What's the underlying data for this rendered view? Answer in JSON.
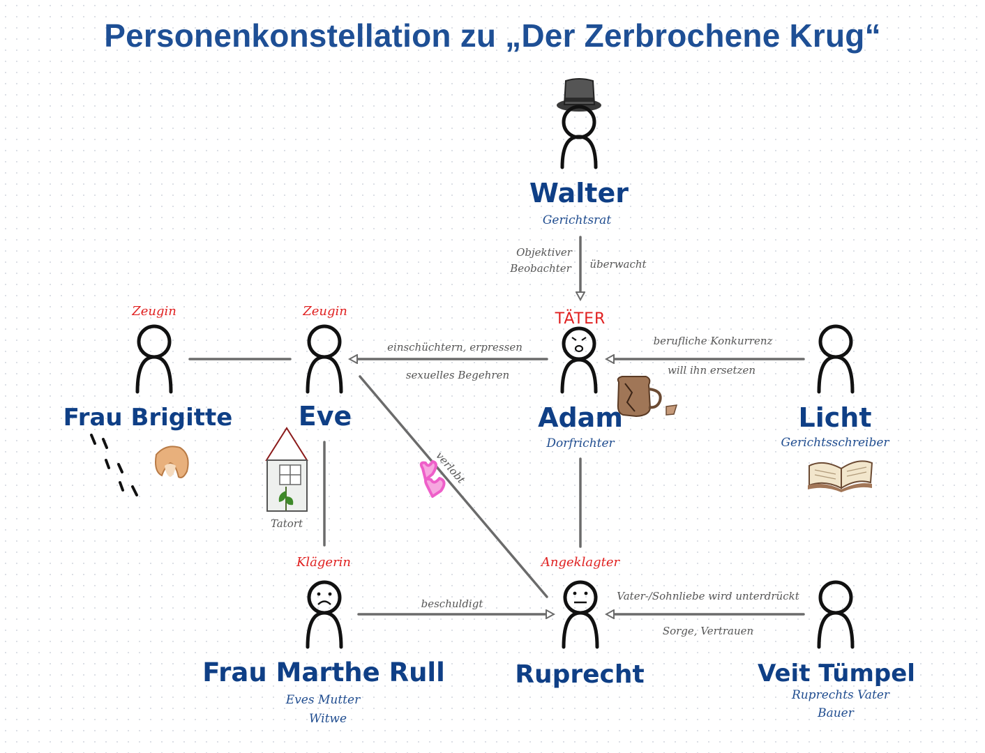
{
  "title": "Personenkonstellation zu „Der Zerbrochene Krug“",
  "people": {
    "walter": {
      "name": "Walter",
      "description": [
        "Gerichtsrat"
      ]
    },
    "adam": {
      "role": "TÄTER",
      "name": "Adam",
      "description": [
        "Dorfrichter"
      ]
    },
    "licht": {
      "name": "Licht",
      "description": [
        "Gerichtsschreiber"
      ]
    },
    "eve": {
      "role": "Zeugin",
      "name": "Eve",
      "description": []
    },
    "brigitte": {
      "role": "Zeugin",
      "name": "Frau Brigitte",
      "description": []
    },
    "marthe": {
      "role": "Klägerin",
      "name": "Frau Marthe Rull",
      "description": [
        "Eves Mutter",
        "Witwe"
      ]
    },
    "ruprecht": {
      "role": "Angeklagter",
      "name": "Ruprecht",
      "description": []
    },
    "veit": {
      "name": "Veit Tümpel",
      "description": [
        "Ruprechts Vater",
        "Bauer"
      ]
    }
  },
  "relations": {
    "walter_adam": {
      "left": [
        "Objektiver",
        "Beobachter"
      ],
      "right": "überwacht"
    },
    "adam_eve": {
      "above": "einschüchtern, erpressen",
      "below": "sexuelles Begehren"
    },
    "licht_adam": {
      "above": "berufliche Konkurrenz",
      "below": "will ihn ersetzen"
    },
    "eve_ruprecht": {
      "label": "verlobt"
    },
    "marthe_ruprecht": {
      "label": "beschuldigt"
    },
    "veit_ruprecht": {
      "above": "Vater-/Sohnliebe wird unterdrückt",
      "below": "Sorge, Vertrauen"
    }
  },
  "scene_label": "Tatort",
  "colors": {
    "title": "#1e4f95",
    "names": "#0f3f86",
    "roles": "#e02020",
    "edges": "#6b6b6b"
  },
  "icons": [
    "top-hat-icon",
    "broken-jug-icon",
    "open-book-icon",
    "footprints-icon",
    "hair-icon",
    "house-icon",
    "hearts-icon"
  ]
}
